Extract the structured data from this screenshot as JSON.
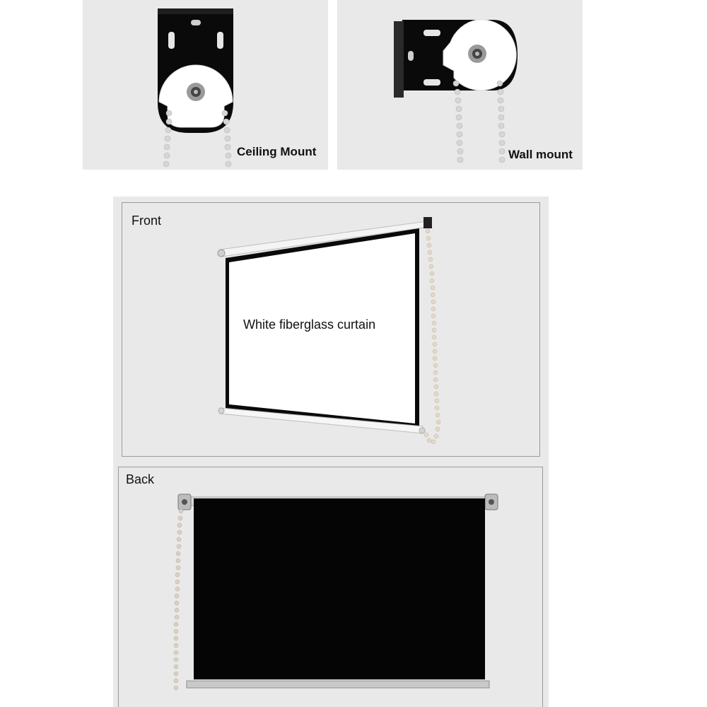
{
  "ceiling_mount": {
    "label": "Ceiling Mount"
  },
  "wall_mount": {
    "label": "Wall mount"
  },
  "front": {
    "title": "Front",
    "curtain_label": "White fiberglass curtain"
  },
  "back": {
    "title": "Back"
  },
  "colors": {
    "panel_bg": "#e9e9e9",
    "frame_border": "#9a9a9a",
    "bracket": "#0a0a0a",
    "pulley": "#ffffff",
    "curtain_black": "#050505",
    "bead_chain": "#d8d8d8"
  }
}
